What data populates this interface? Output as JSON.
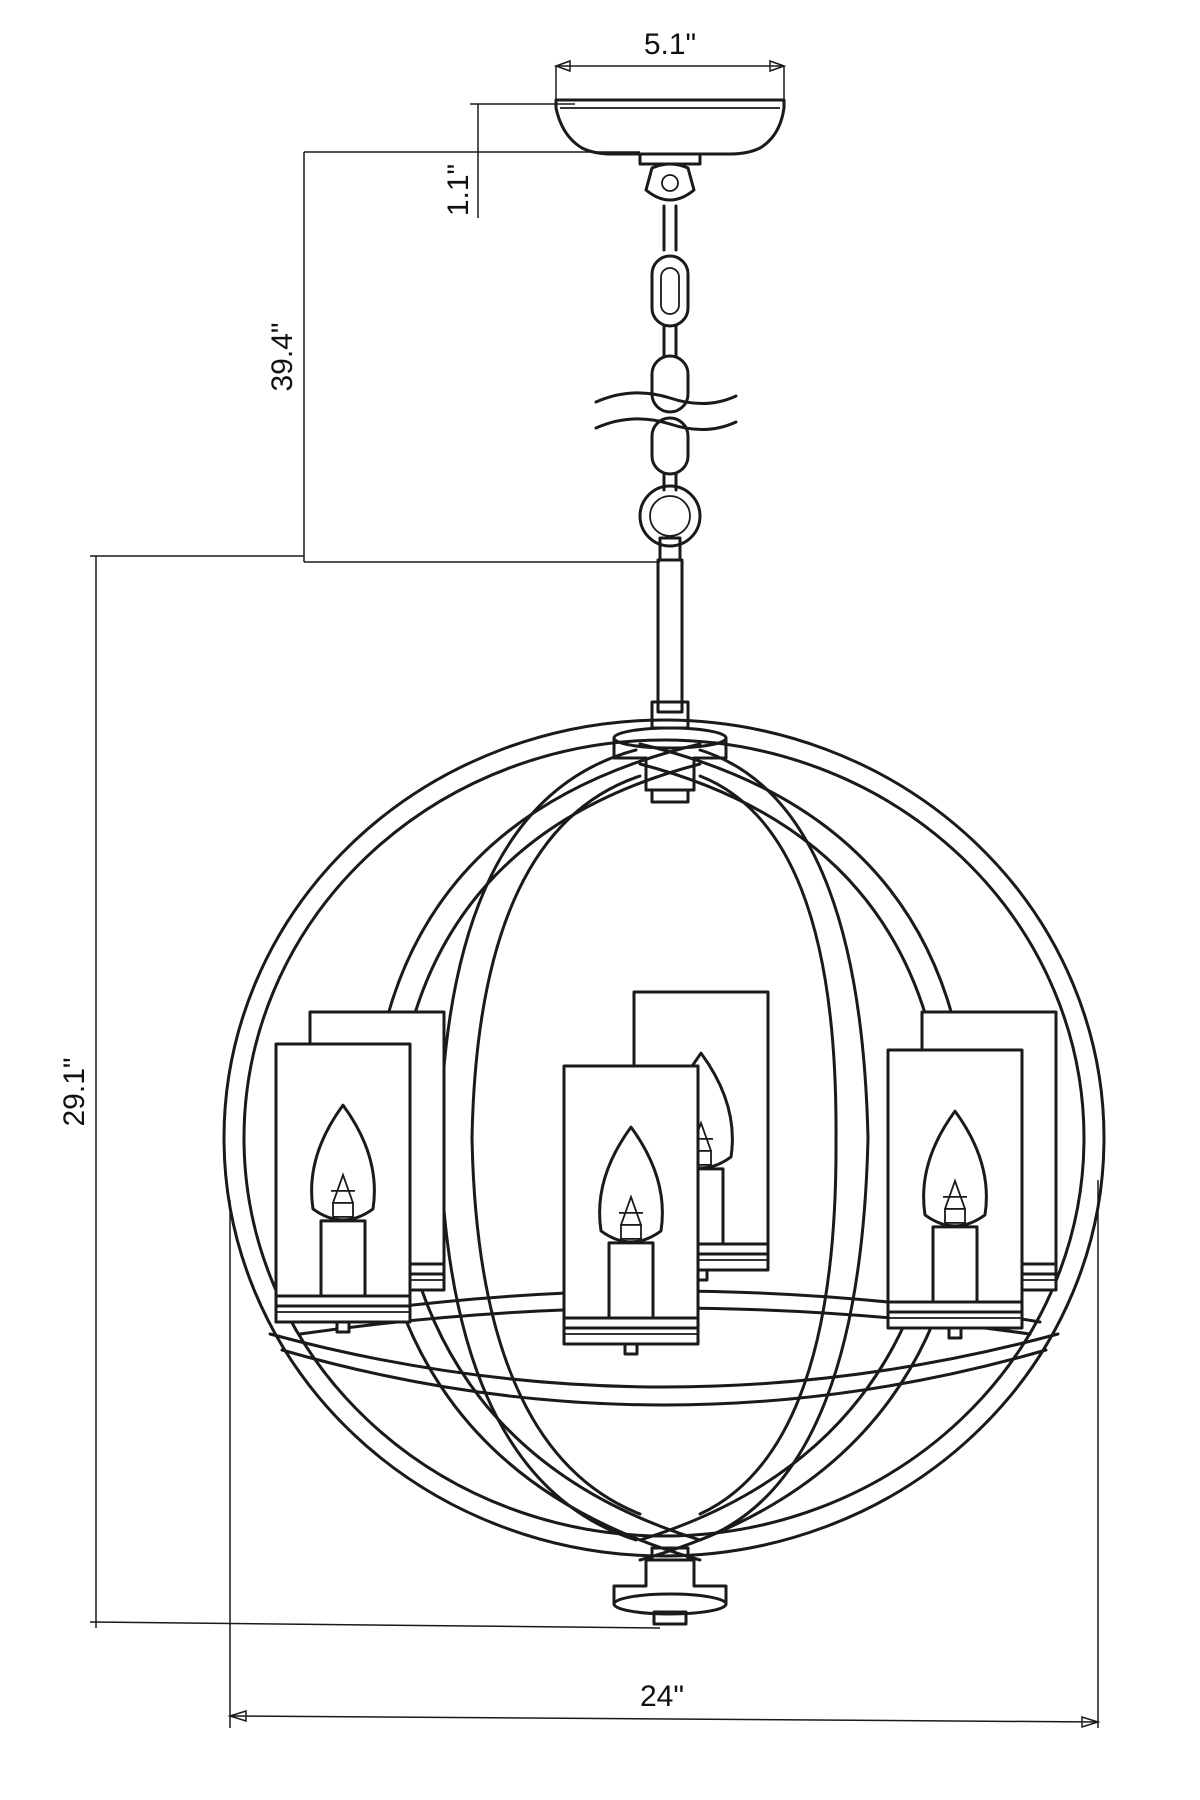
{
  "diagram": {
    "dimensions": {
      "canopy_width": "5.1\"",
      "canopy_height": "1.1\"",
      "chain_length": "39.4\"",
      "fixture_height": "29.1\"",
      "fixture_width": "24\""
    },
    "line_color": "#1a1a1a",
    "background": "#ffffff"
  }
}
